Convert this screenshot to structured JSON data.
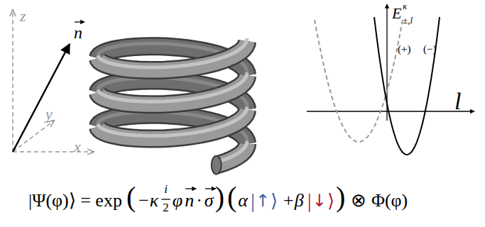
{
  "diagram": {
    "labels": [
      "z",
      "y",
      "x",
      "n",
      "E",
      "κ",
      "±,l",
      "(+)",
      "(−)",
      "l",
      "|Ψ(φ)⟩ = exp",
      "(",
      "−κ",
      "i",
      "2",
      "φ",
      "n",
      "·",
      "σ",
      ")",
      "(",
      "α",
      "|",
      "↑",
      "⟩",
      "+β",
      "|",
      "↓",
      "⟩",
      ")",
      "⊗ Φ(φ)"
    ]
  }
}
